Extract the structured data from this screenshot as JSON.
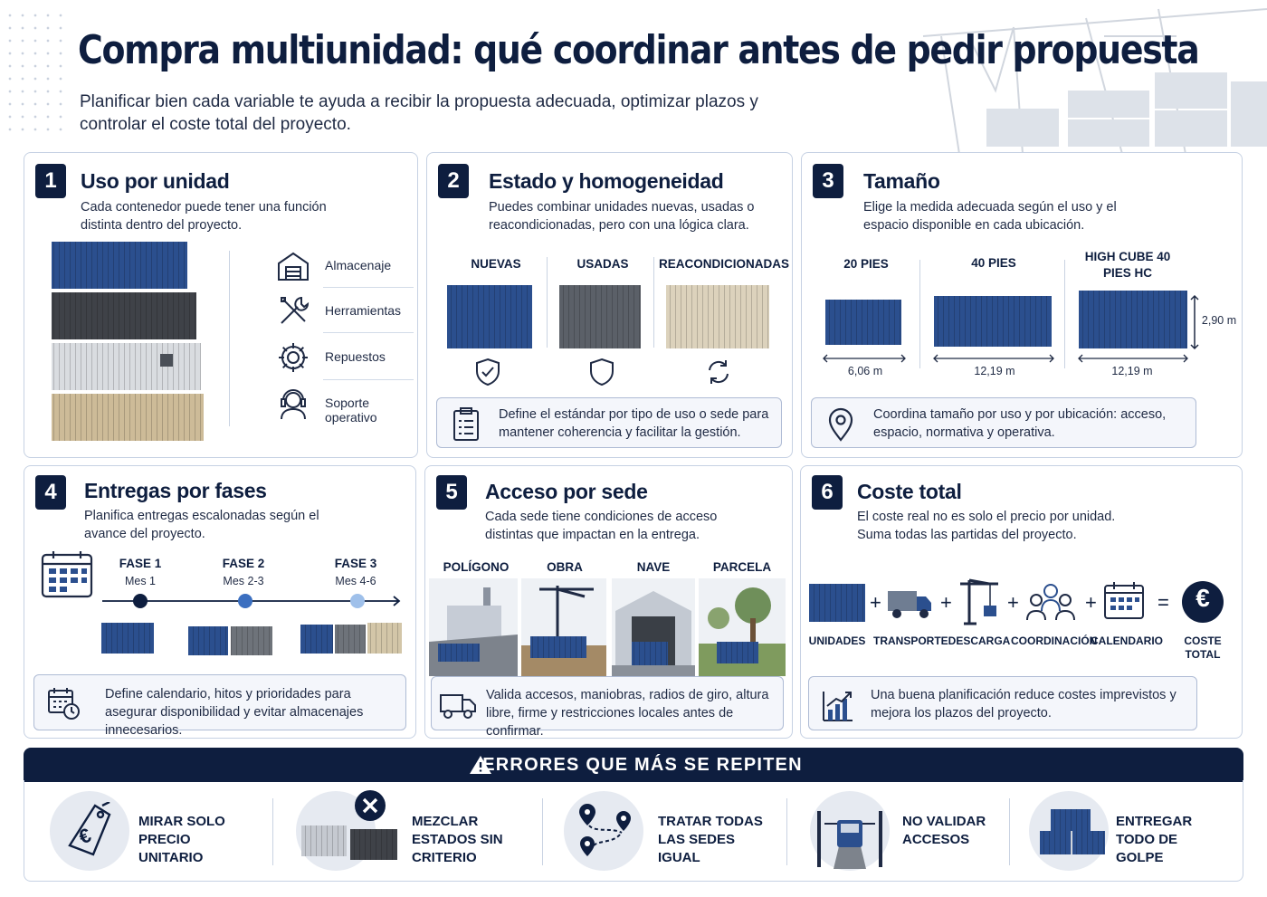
{
  "header": {
    "title": "Compra multiunidad: qué coordinar antes de pedir propuesta",
    "subtitle": "Planificar bien cada variable te ayuda a recibir la propuesta adecuada, optimizar plazos y controlar el coste total del proyecto."
  },
  "colors": {
    "navy": "#0e1e3f",
    "blue": "#2b4f8e",
    "border": "#c6d1e3"
  },
  "cards": {
    "c1": {
      "number": "1",
      "title": "Uso por unidad",
      "desc": "Cada contenedor puede tener una función distinta dentro del proyecto.",
      "uses": [
        {
          "label": "Almacenaje",
          "icon": "warehouse-icon"
        },
        {
          "label": "Herramientas",
          "icon": "tools-icon"
        },
        {
          "label": "Repuestos",
          "icon": "gear-icon"
        },
        {
          "label": "Soporte operativo",
          "icon": "headset-icon"
        }
      ]
    },
    "c2": {
      "number": "2",
      "title": "Estado y homogeneidad",
      "desc": "Puedes combinar unidades nuevas, usadas o reacondicionadas, pero con una lógica clara.",
      "states": [
        "NUEVAS",
        "USADAS",
        "REACONDICIONADAS"
      ],
      "callout": "Define el estándar por tipo de uso o sede para mantener coherencia y facilitar la gestión."
    },
    "c3": {
      "number": "3",
      "title": "Tamaño",
      "desc": "Elige la medida adecuada según el uso y el espacio disponible en cada ubicación.",
      "sizes": [
        {
          "label": "20 PIES",
          "length": "6,06 m"
        },
        {
          "label": "40 PIES",
          "length": "12,19 m"
        },
        {
          "label": "HIGH CUBE 40 PIES HC",
          "length": "12,19 m"
        }
      ],
      "height": "2,90 m",
      "callout": "Coordina tamaño por uso y por ubicación: acceso, espacio, normativa y operativa."
    },
    "c4": {
      "number": "4",
      "title": "Entregas por fases",
      "desc": "Planifica entregas escalonadas según el avance del proyecto.",
      "phases": [
        {
          "label": "FASE 1",
          "month": "Mes 1"
        },
        {
          "label": "FASE 2",
          "month": "Mes 2-3"
        },
        {
          "label": "FASE 3",
          "month": "Mes 4-6"
        }
      ],
      "callout": "Define calendario, hitos y prioridades para asegurar disponibilidad y evitar almacenajes innecesarios."
    },
    "c5": {
      "number": "5",
      "title": "Acceso por sede",
      "desc": "Cada sede tiene condiciones de acceso distintas que impactan en la entrega.",
      "sites": [
        "POLÍGONO",
        "OBRA",
        "NAVE",
        "PARCELA"
      ],
      "callout": "Valida accesos, maniobras, radios de giro, altura libre, firme y restricciones locales antes de confirmar."
    },
    "c6": {
      "number": "6",
      "title": "Coste total",
      "desc": "El coste real no es solo el precio por unidad. Suma todas las partidas del proyecto.",
      "items": [
        "UNIDADES",
        "TRANSPORTE",
        "DESCARGA",
        "COORDINACIÓN",
        "CALENDARIO"
      ],
      "total": "COSTE TOTAL",
      "plus": "+",
      "equals": "=",
      "euro": "€",
      "callout": "Una buena planificación reduce costes imprevistos y mejora los plazos del proyecto."
    }
  },
  "errors": {
    "title": "ERRORES QUE MÁS SE REPITEN",
    "items": [
      {
        "label": "MIRAR SOLO PRECIO UNITARIO"
      },
      {
        "label": "MEZCLAR ESTADOS SIN CRITERIO"
      },
      {
        "label": "TRATAR TODAS LAS SEDES IGUAL"
      },
      {
        "label": "NO VALIDAR ACCESOS"
      },
      {
        "label": "ENTREGAR TODO DE GOLPE"
      }
    ]
  }
}
